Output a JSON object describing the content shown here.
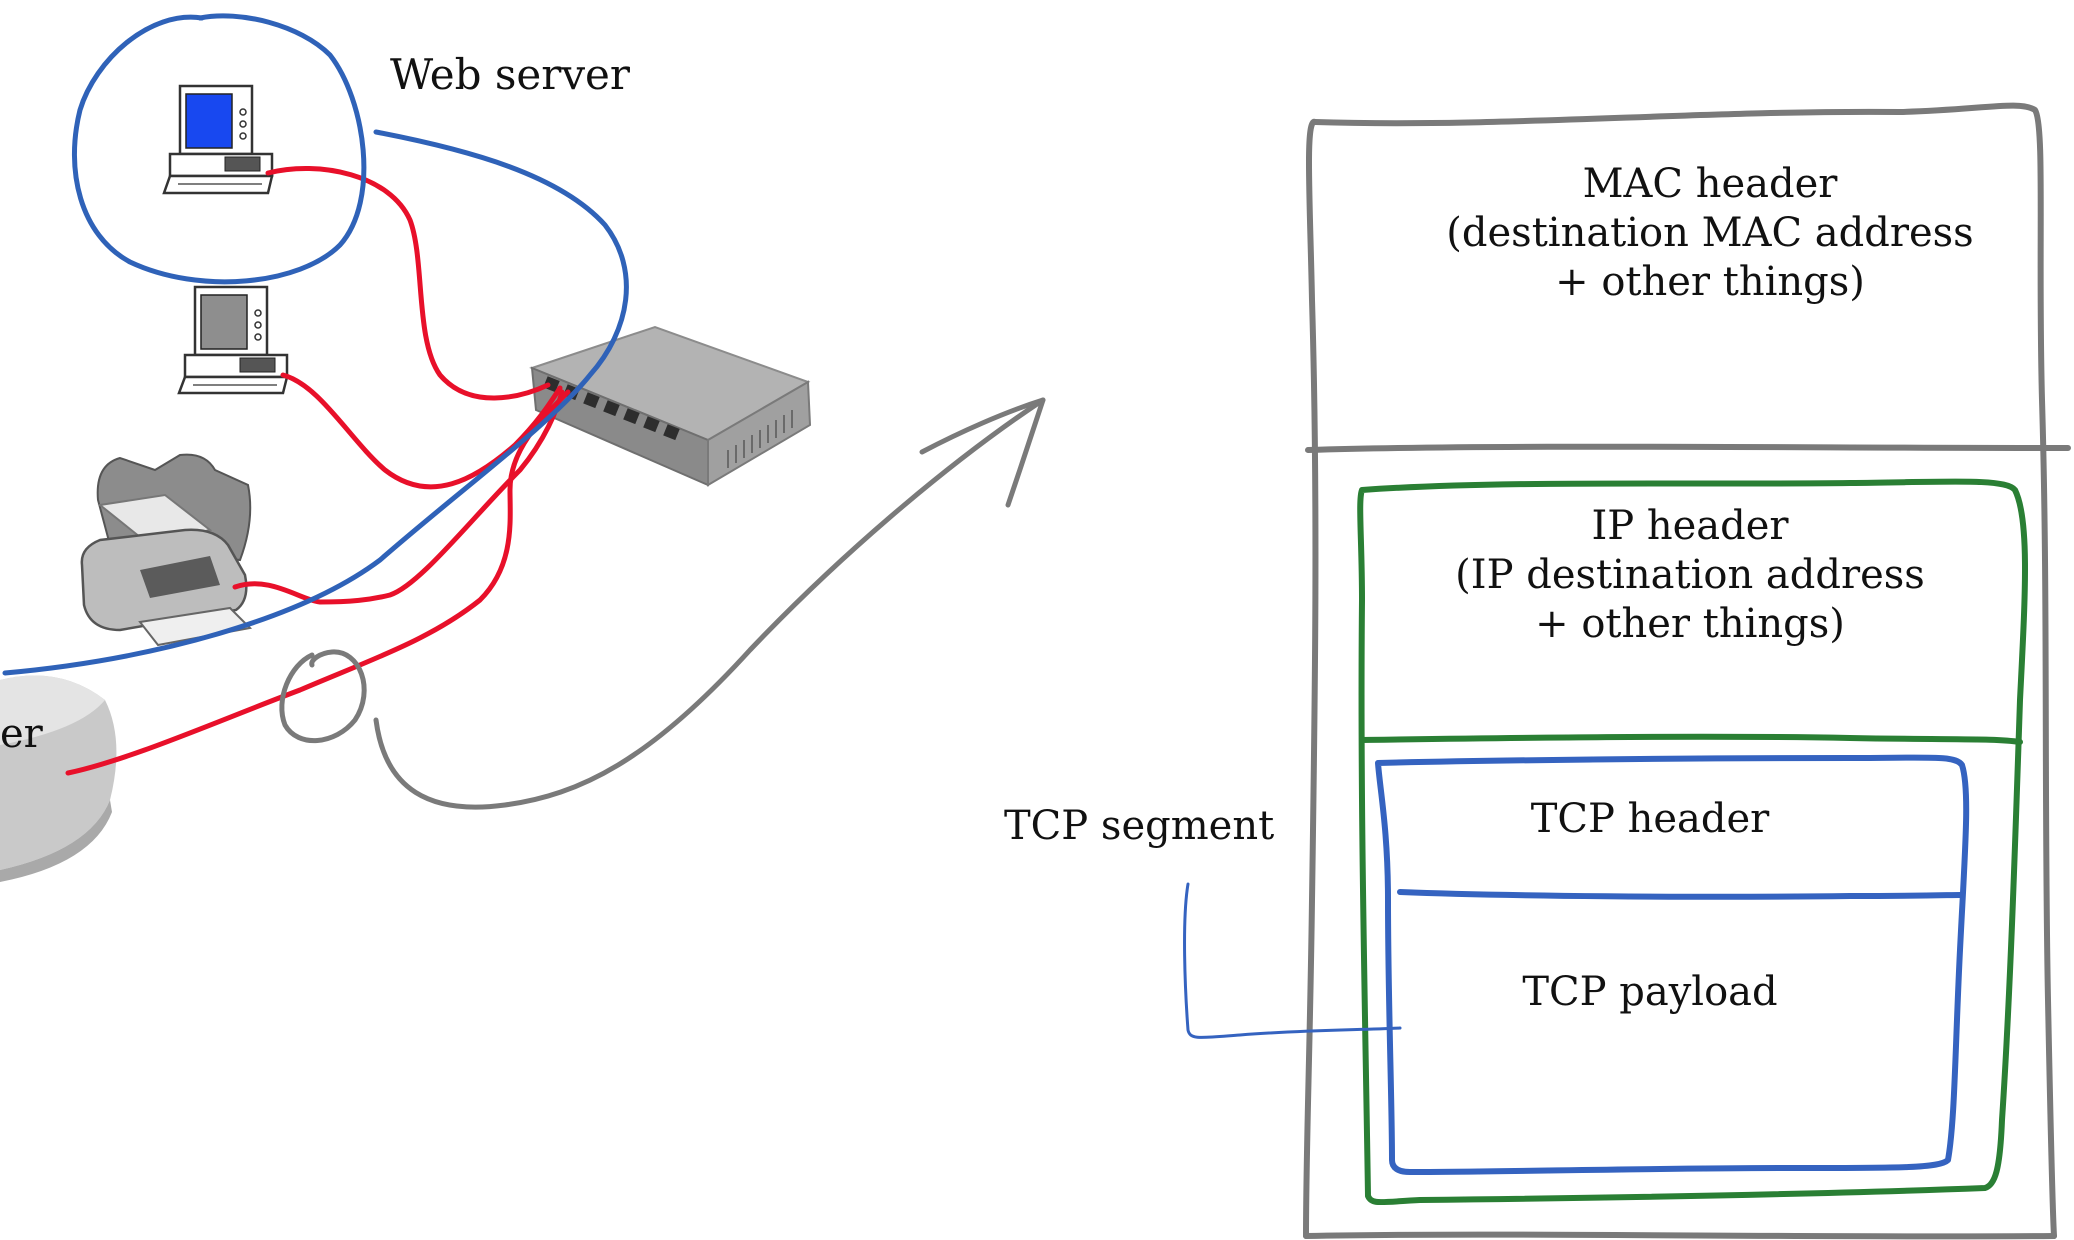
{
  "network": {
    "web_server_label": "Web server",
    "router_label_fragment": "er"
  },
  "frame": {
    "mac_header": {
      "line1": "MAC header",
      "line2": "(destination MAC address",
      "line3": "+ other things)"
    },
    "ip_header": {
      "line1": "IP header",
      "line2": "(IP destination address",
      "line3": "+ other things)"
    },
    "tcp_header": "TCP header",
    "tcp_payload": "TCP payload"
  },
  "annotations": {
    "tcp_segment_label": "TCP segment"
  },
  "colors": {
    "wire_red": "#e8102a",
    "highlight_blue": "#2f62b8",
    "frame_gray": "#7a7a7a",
    "ip_green": "#2a7f34",
    "tcp_blue": "#3563c0",
    "screen_blue": "#1848f0"
  }
}
